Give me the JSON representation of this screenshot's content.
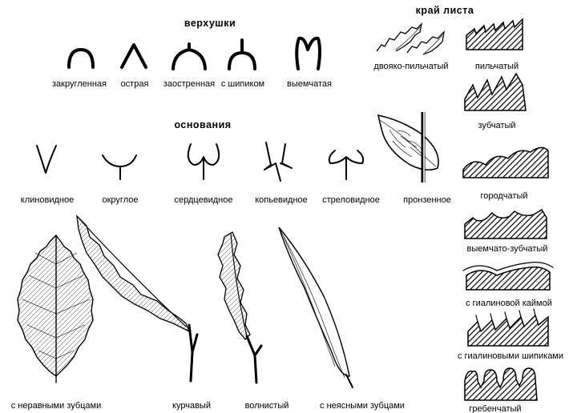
{
  "headings": {
    "tips": "верхушки",
    "bases": "основания",
    "margin": "край листа"
  },
  "tips": [
    "закругленная",
    "острая",
    "заостренная",
    "с шипиком",
    "выемчатая"
  ],
  "bases": [
    "клиновидное",
    "округлое",
    "сердцевидное",
    "копьевидное",
    "стреловидное",
    "пронзенное"
  ],
  "leaves": [
    "с неравными зубцами",
    "курчавый",
    "волнистый",
    "с неясными зубцами"
  ],
  "margins": {
    "double_serrate": "двояко-пильчатый",
    "serrate": "пильчатый",
    "dentate": "зубчатый",
    "crenate": "городчатый",
    "sinuate_dentate": "выемчато-зубчатый",
    "hyaline_border": "с гиалиновой каймой",
    "hyaline_spines": "с гиалиновыми шипиками",
    "pectinate": "гребенчатый"
  }
}
